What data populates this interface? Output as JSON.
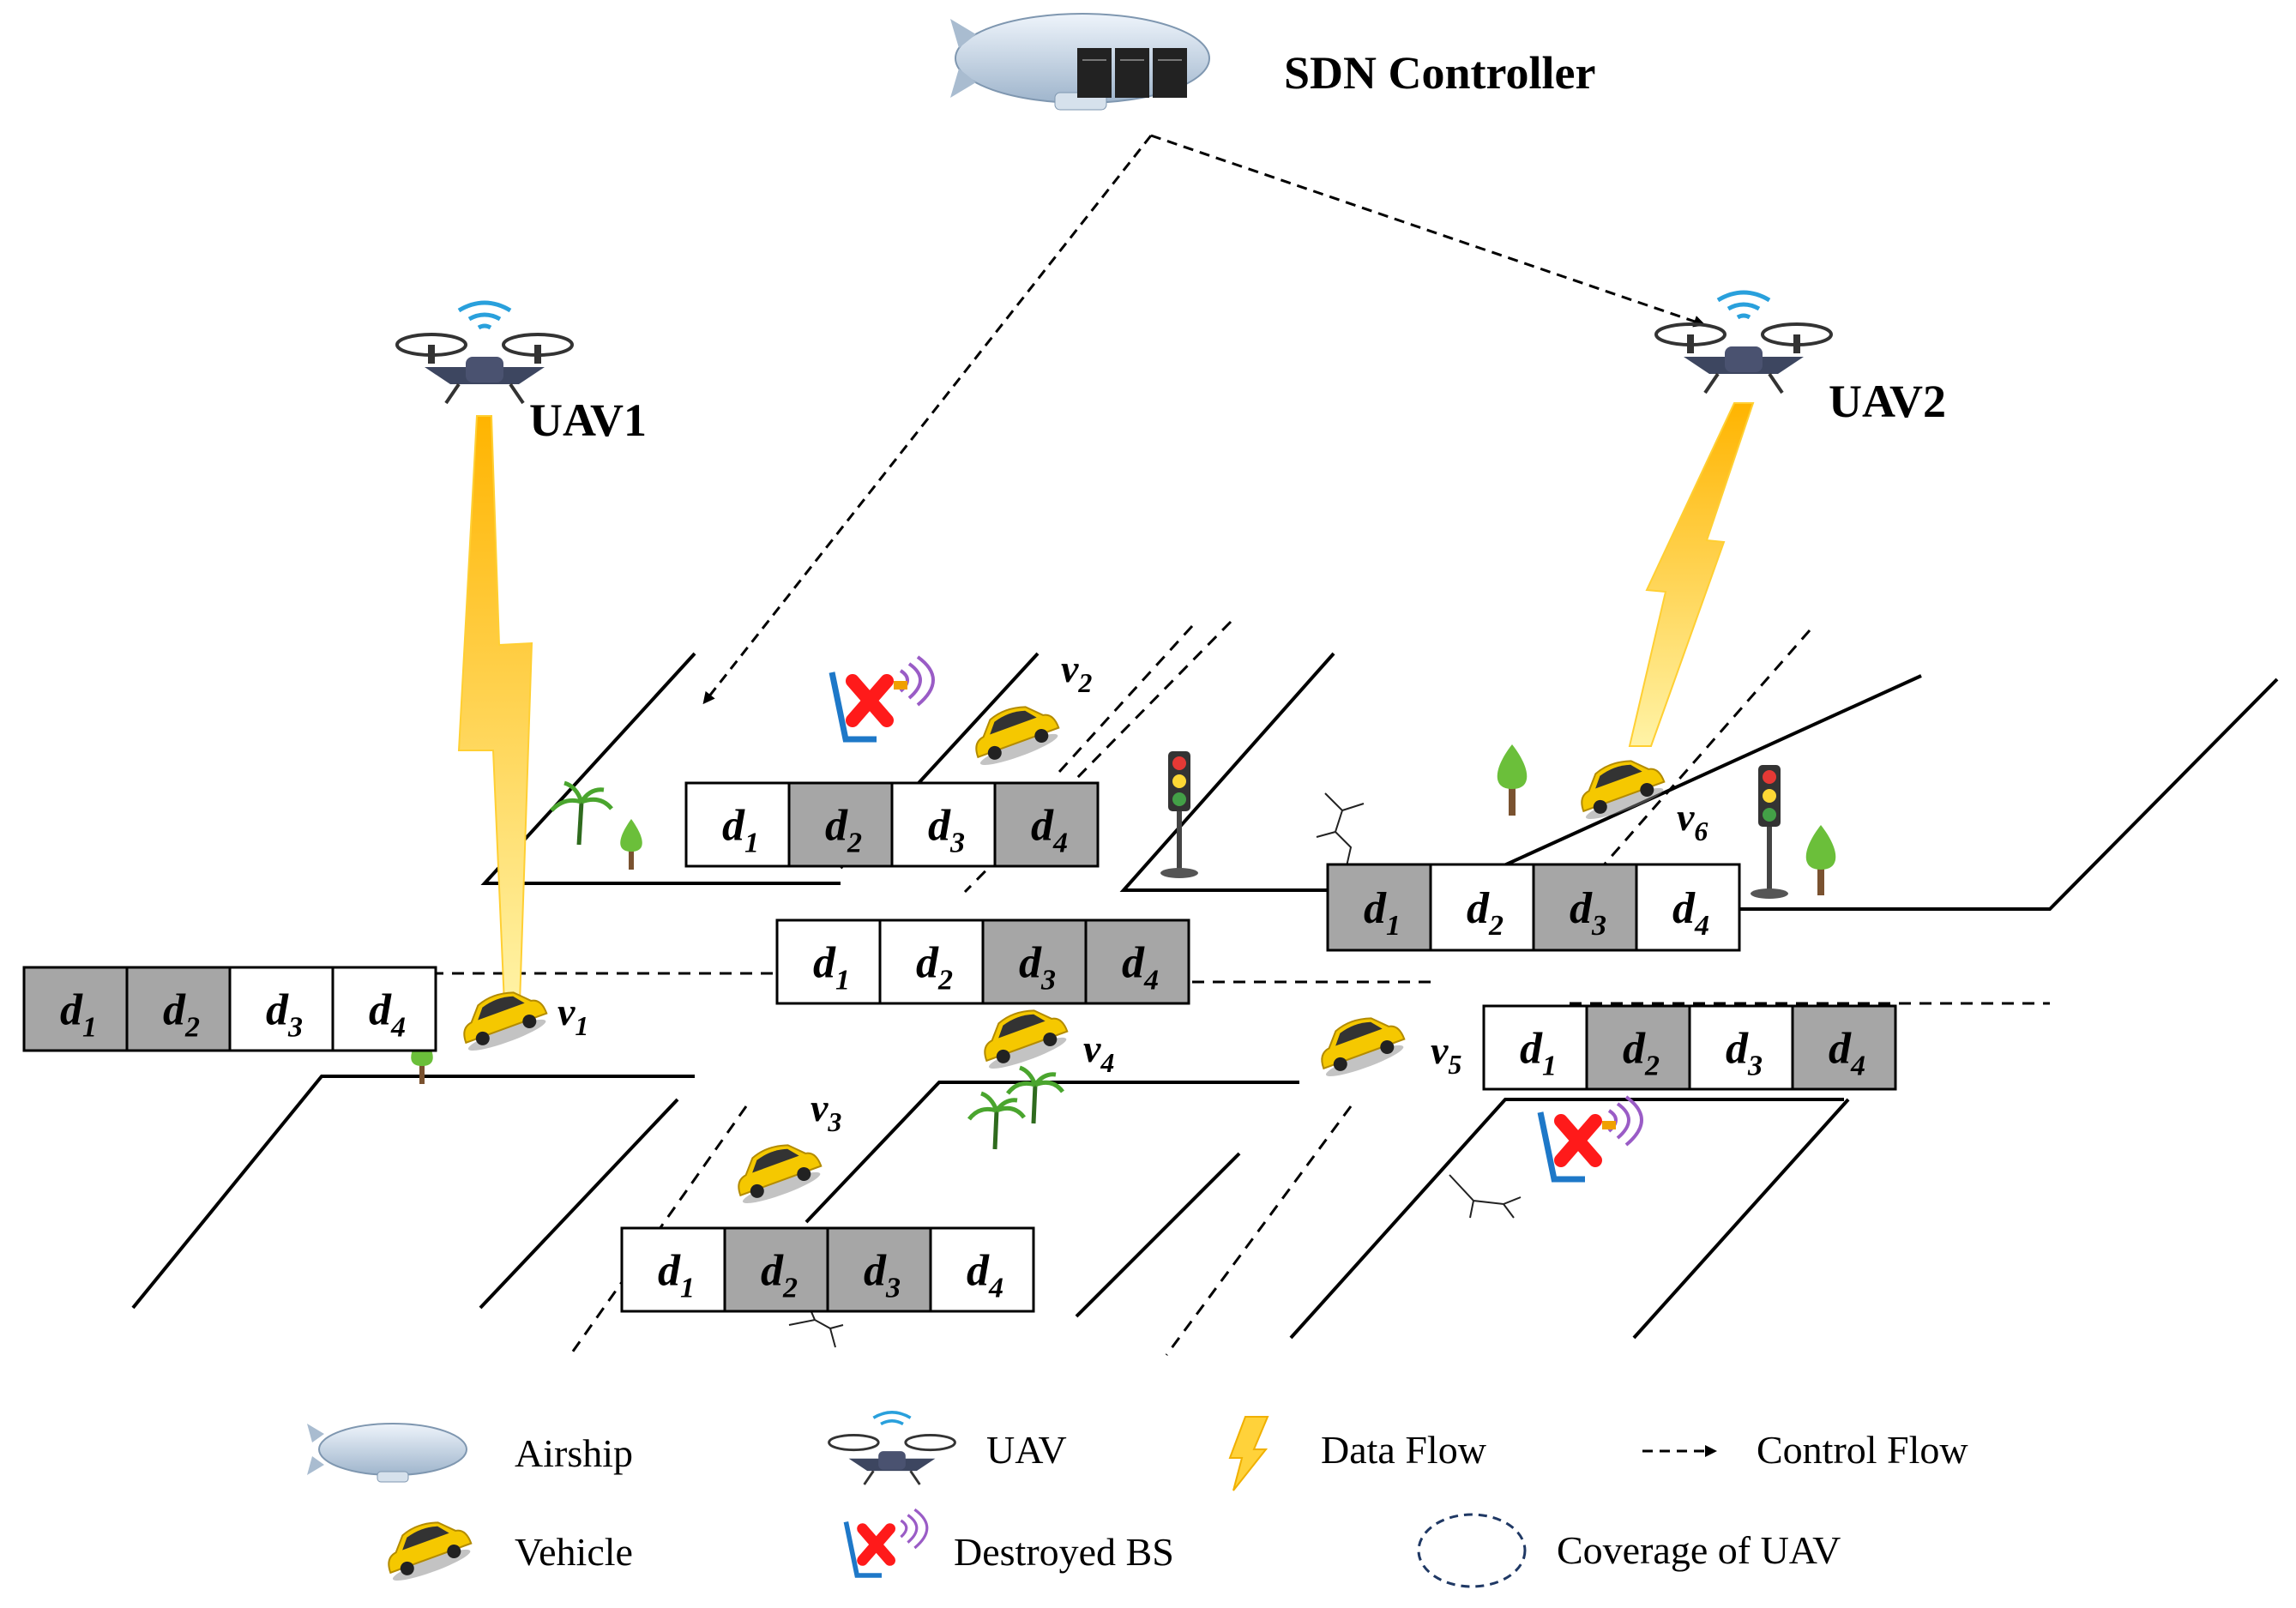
{
  "diagram": {
    "nodes": {
      "controller": "SDN Controller",
      "uav1": "UAV1",
      "uav2": "UAV2"
    },
    "vehicles": [
      {
        "base": "v",
        "sub": "1"
      },
      {
        "base": "v",
        "sub": "2"
      },
      {
        "base": "v",
        "sub": "3"
      },
      {
        "base": "v",
        "sub": "4"
      },
      {
        "base": "v",
        "sub": "5"
      },
      {
        "base": "v",
        "sub": "6"
      }
    ],
    "cell_label": {
      "base": "d",
      "subs": [
        "1",
        "2",
        "3",
        "4"
      ]
    },
    "blocks": [
      {
        "shaded": [
          true,
          true,
          false,
          false
        ]
      },
      {
        "shaded": [
          false,
          true,
          false,
          true
        ]
      },
      {
        "shaded": [
          false,
          false,
          true,
          true
        ]
      },
      {
        "shaded": [
          false,
          true,
          true,
          false
        ]
      },
      {
        "shaded": [
          true,
          false,
          true,
          false
        ]
      },
      {
        "shaded": [
          false,
          true,
          false,
          true
        ]
      }
    ],
    "colors": {
      "shaded_cell": "#a6a6a6",
      "coverage": "#1f3864",
      "bolt": "#ffd84d",
      "vehicle": "#f5c800",
      "bs_cross": "#ff1a1a"
    }
  },
  "legend": {
    "airship": "Airship",
    "uav": "UAV",
    "data_flow": "Data Flow",
    "control_flow": "Control Flow",
    "vehicle": "Vehicle",
    "destroyed_bs": "Destroyed BS",
    "coverage": "Coverage of  UAV"
  }
}
